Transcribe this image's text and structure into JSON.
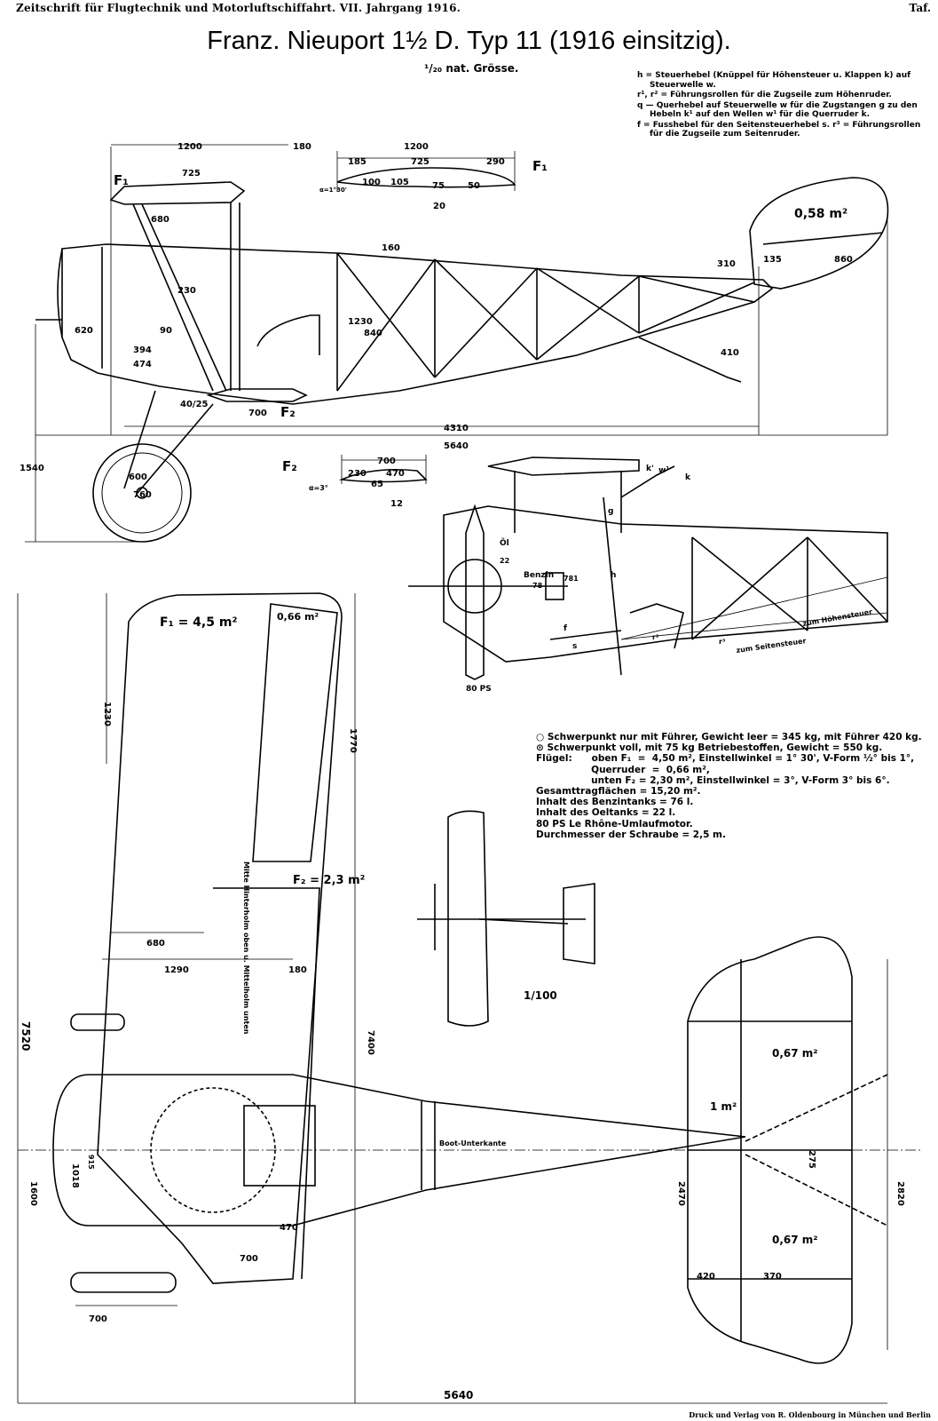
{
  "header": {
    "journal": "Zeitschrift für Flugtechnik und Motorluftschiffahrt.  VII. Jahrgang 1916.",
    "plate": "Taf."
  },
  "title": "Franz. Nieuport 1½ D. Typ  11 (1916 einsitzig).",
  "scale_note": "¹/₂₀ nat. Grösse.",
  "legend": [
    "h = Steuerhebel (Knüppel für Höhensteuer u. Klappen k) auf Steuerwelle w.",
    "r¹, r² = Führungsrollen für die Zugseile zum Höhenruder.",
    "q — Querhebel auf Steuerwelle w für die Zugstangen g zu den Hebeln k¹ auf den Wellen w¹ für die Querruder k.",
    "f = Fusshebel für den Seitensteuerhebel s. r³ = Führungsrollen für die Zugseile zum Seitenruder."
  ],
  "specs": [
    "○ Schwerpunkt nur mit Führer, Gewicht leer = 345 kg, mit Führer 420 kg.",
    "⊙ Schwerpunkt voll, mit 75 kg Betriebestoffen, Gewicht = 550 kg.",
    "Flügel:      oben F₁  =  4,50 m², Einstellwinkel = 1° 30', V-Form ½° bis 1°,",
    "                 Querruder  =  0,66 m²,",
    "                 unten F₂ = 2,30 m², Einstellwinkel = 3°, V-Form 3° bis 6°.",
    "Gesamttragflächen = 15,20 m².",
    "Inhalt des Benzintanks = 76 l.",
    "Inhalt des Oeltanks = 22 l.",
    "80 PS Le Rhône-Umlaufmotor.",
    "Durchmesser der Schraube = 2,5 m."
  ],
  "imprint": "Druck und Verlag von R. Oldenbourg in München und Berlin",
  "side_view": {
    "dims": [
      "1200",
      "180",
      "725",
      "680",
      "230",
      "394",
      "474",
      "90",
      "620",
      "1230",
      "840",
      "700",
      "4310",
      "5640",
      "1540",
      "160",
      "310",
      "410",
      "135",
      "860",
      "40/25",
      "600",
      "760"
    ],
    "labels": [
      "F₁",
      "F₂",
      "0,58 m²"
    ]
  },
  "airfoil_upper": {
    "dims": [
      "1200",
      "185",
      "725",
      "290",
      "100",
      "105",
      "75",
      "50",
      "20",
      "α=1°30'"
    ],
    "label": "F₁"
  },
  "airfoil_lower": {
    "dims": [
      "700",
      "230",
      "470",
      "65",
      "12",
      "α=3°"
    ],
    "label": "F₂"
  },
  "cutaway": {
    "labels": [
      "Öl",
      "22",
      "Benzin",
      "78",
      "781",
      "80 PS",
      "zum Höhensteuer",
      "zum Seitensteuer",
      "g",
      "h",
      "k",
      "w¹",
      "k'",
      "f",
      "s",
      "r³",
      "r²"
    ]
  },
  "plan_view": {
    "dims": [
      "1230",
      "1770",
      "680",
      "1290",
      "180",
      "7520",
      "7400",
      "1018",
      "915",
      "1600",
      "470",
      "700",
      "700",
      "2470",
      "2820",
      "275",
      "420",
      "370",
      "5640"
    ],
    "labels": [
      "F₁ = 4,5 m²",
      "0,66 m²",
      "F₂ = 2,3 m²",
      "Mitte Hinterholm oben u. Mittelholm unten",
      "Boot-Unterkante",
      "0,67 m²",
      "1 m²",
      "0,67 m²"
    ],
    "front_scale": "1/100"
  }
}
